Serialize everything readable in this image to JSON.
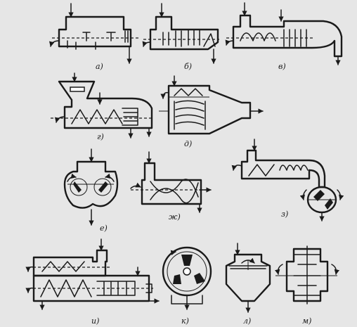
{
  "labels": {
    "a": "а)",
    "b": "б)",
    "v": "в)",
    "g": "г)",
    "d": "д)",
    "e": "е)",
    "zh": "ж)",
    "z": "з)",
    "i": "и)",
    "k": "к)",
    "l": "л)",
    "m": "м)"
  }
}
